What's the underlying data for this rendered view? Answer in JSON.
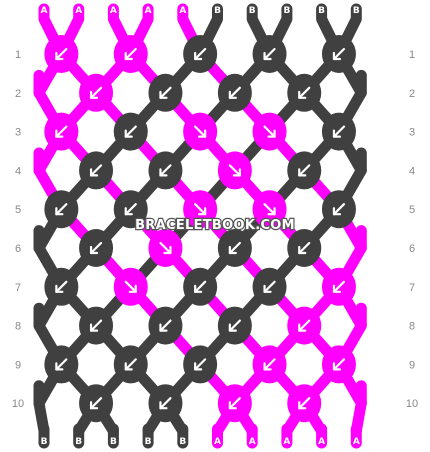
{
  "palette": {
    "A": "#ff00ff",
    "B": "#404040",
    "background": "#ffffff",
    "row_label_color": "#888888",
    "arrow_color": "#ffffff"
  },
  "watermark": "BRACELETBOOK.COM",
  "strands_top": [
    "A",
    "A",
    "A",
    "A",
    "A",
    "B",
    "B",
    "B",
    "B",
    "B"
  ],
  "strands_bottom": [
    "B",
    "B",
    "B",
    "B",
    "B",
    "A",
    "A",
    "A",
    "A",
    "A"
  ],
  "rows": [
    {
      "label": "1",
      "knots": [
        {
          "color": "A",
          "arrow": "down-left"
        },
        {
          "color": "A",
          "arrow": "down-left"
        },
        {
          "color": "B",
          "arrow": "down-left"
        },
        {
          "color": "B",
          "arrow": "down-left"
        },
        {
          "color": "B",
          "arrow": "down-left"
        }
      ]
    },
    {
      "label": "2",
      "knots": [
        {
          "color": "A",
          "arrow": "down-left"
        },
        {
          "color": "B",
          "arrow": "down-left"
        },
        {
          "color": "B",
          "arrow": "down-left"
        },
        {
          "color": "B",
          "arrow": "down-left"
        }
      ]
    },
    {
      "label": "3",
      "knots": [
        {
          "color": "A",
          "arrow": "down-left"
        },
        {
          "color": "B",
          "arrow": "down-left"
        },
        {
          "color": "A",
          "arrow": "down-right"
        },
        {
          "color": "A",
          "arrow": "down-right"
        },
        {
          "color": "B",
          "arrow": "down-left"
        }
      ]
    },
    {
      "label": "4",
      "knots": [
        {
          "color": "B",
          "arrow": "down-left"
        },
        {
          "color": "B",
          "arrow": "down-left"
        },
        {
          "color": "A",
          "arrow": "down-right"
        },
        {
          "color": "B",
          "arrow": "down-left"
        }
      ]
    },
    {
      "label": "5",
      "knots": [
        {
          "color": "B",
          "arrow": "down-left"
        },
        {
          "color": "B",
          "arrow": "down-left"
        },
        {
          "color": "A",
          "arrow": "down-right"
        },
        {
          "color": "A",
          "arrow": "down-right"
        },
        {
          "color": "B",
          "arrow": "down-left"
        }
      ]
    },
    {
      "label": "6",
      "knots": [
        {
          "color": "B",
          "arrow": "down-left"
        },
        {
          "color": "A",
          "arrow": "down-right"
        },
        {
          "color": "B",
          "arrow": "down-left"
        },
        {
          "color": "B",
          "arrow": "down-left"
        }
      ]
    },
    {
      "label": "7",
      "knots": [
        {
          "color": "B",
          "arrow": "down-left"
        },
        {
          "color": "A",
          "arrow": "down-right"
        },
        {
          "color": "B",
          "arrow": "down-left"
        },
        {
          "color": "B",
          "arrow": "down-left"
        },
        {
          "color": "A",
          "arrow": "down-left"
        }
      ]
    },
    {
      "label": "8",
      "knots": [
        {
          "color": "B",
          "arrow": "down-left"
        },
        {
          "color": "B",
          "arrow": "down-left"
        },
        {
          "color": "B",
          "arrow": "down-left"
        },
        {
          "color": "A",
          "arrow": "down-left"
        }
      ]
    },
    {
      "label": "9",
      "knots": [
        {
          "color": "B",
          "arrow": "down-left"
        },
        {
          "color": "B",
          "arrow": "down-left"
        },
        {
          "color": "B",
          "arrow": "down-left"
        },
        {
          "color": "A",
          "arrow": "down-left"
        },
        {
          "color": "A",
          "arrow": "down-left"
        }
      ]
    },
    {
      "label": "10",
      "knots": [
        {
          "color": "B",
          "arrow": "down-left"
        },
        {
          "color": "B",
          "arrow": "down-left"
        },
        {
          "color": "A",
          "arrow": "down-left"
        },
        {
          "color": "A",
          "arrow": "down-left"
        }
      ]
    }
  ]
}
